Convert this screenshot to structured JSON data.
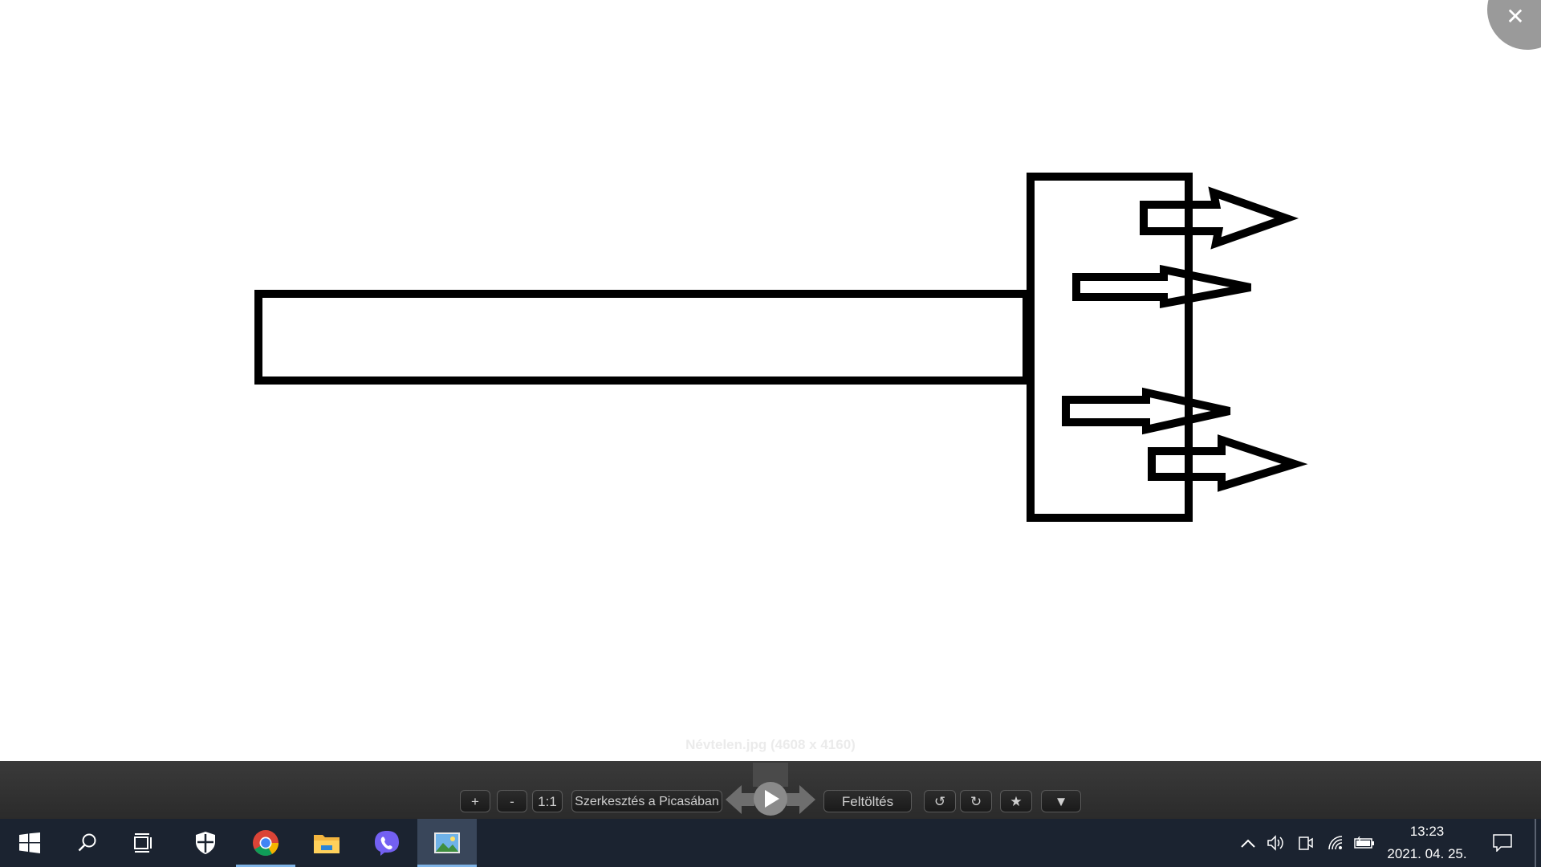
{
  "viewer": {
    "file_caption": "Névtelen.jpg (4608 x 4160)",
    "close_label": "✕"
  },
  "picasa_bar": {
    "zoom_in": "+",
    "zoom_out": "-",
    "actual_size": "1:1",
    "edit_label": "Szerkesztés a Picasában",
    "upload_label": "Feltöltés",
    "rotate_left_icon": "rotate-left-icon",
    "rotate_right_icon": "rotate-right-icon",
    "star_icon": "star-icon",
    "more_icon": "chevron-down-icon"
  },
  "taskbar": {
    "apps": [
      "windows-start-icon",
      "search-icon",
      "task-view-icon",
      "windows-security-icon",
      "chrome-icon",
      "file-explorer-icon",
      "viber-icon",
      "photo-viewer-icon"
    ],
    "time": "13:23",
    "date": "2021. 04. 25."
  },
  "colors": {
    "taskbar_bg": "#1b2330",
    "bar_bg": "#2f2f2f",
    "active_line": "#7fb3e6"
  }
}
